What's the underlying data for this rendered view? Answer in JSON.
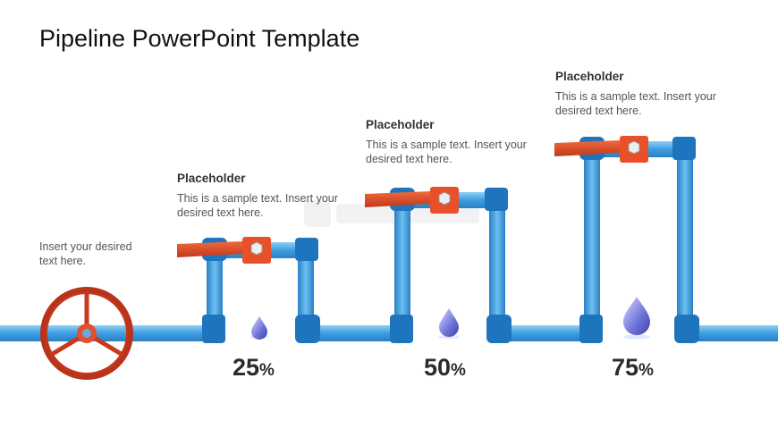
{
  "title": "Pipeline PowerPoint Template",
  "intro_text": "Insert your desired text here.",
  "stages": [
    {
      "heading": "Placeholder",
      "text": "This is a sample text. Insert your desired text here.",
      "percent": "25",
      "unit": "%"
    },
    {
      "heading": "Placeholder",
      "text": "This is a sample text. Insert your desired text here.",
      "percent": "50",
      "unit": "%"
    },
    {
      "heading": "Placeholder",
      "text": "This is a sample text. Insert your desired text here.",
      "percent": "75",
      "unit": "%"
    }
  ],
  "colors": {
    "pipe": "#3d9ee0",
    "pipe_dark": "#1f6fb0",
    "valve": "#e8502a",
    "wheel": "#c8381a",
    "drop": "#5b5fd0"
  },
  "icons": [
    "valve-wheel-icon",
    "valve-handle-icon",
    "water-drop-icon"
  ]
}
